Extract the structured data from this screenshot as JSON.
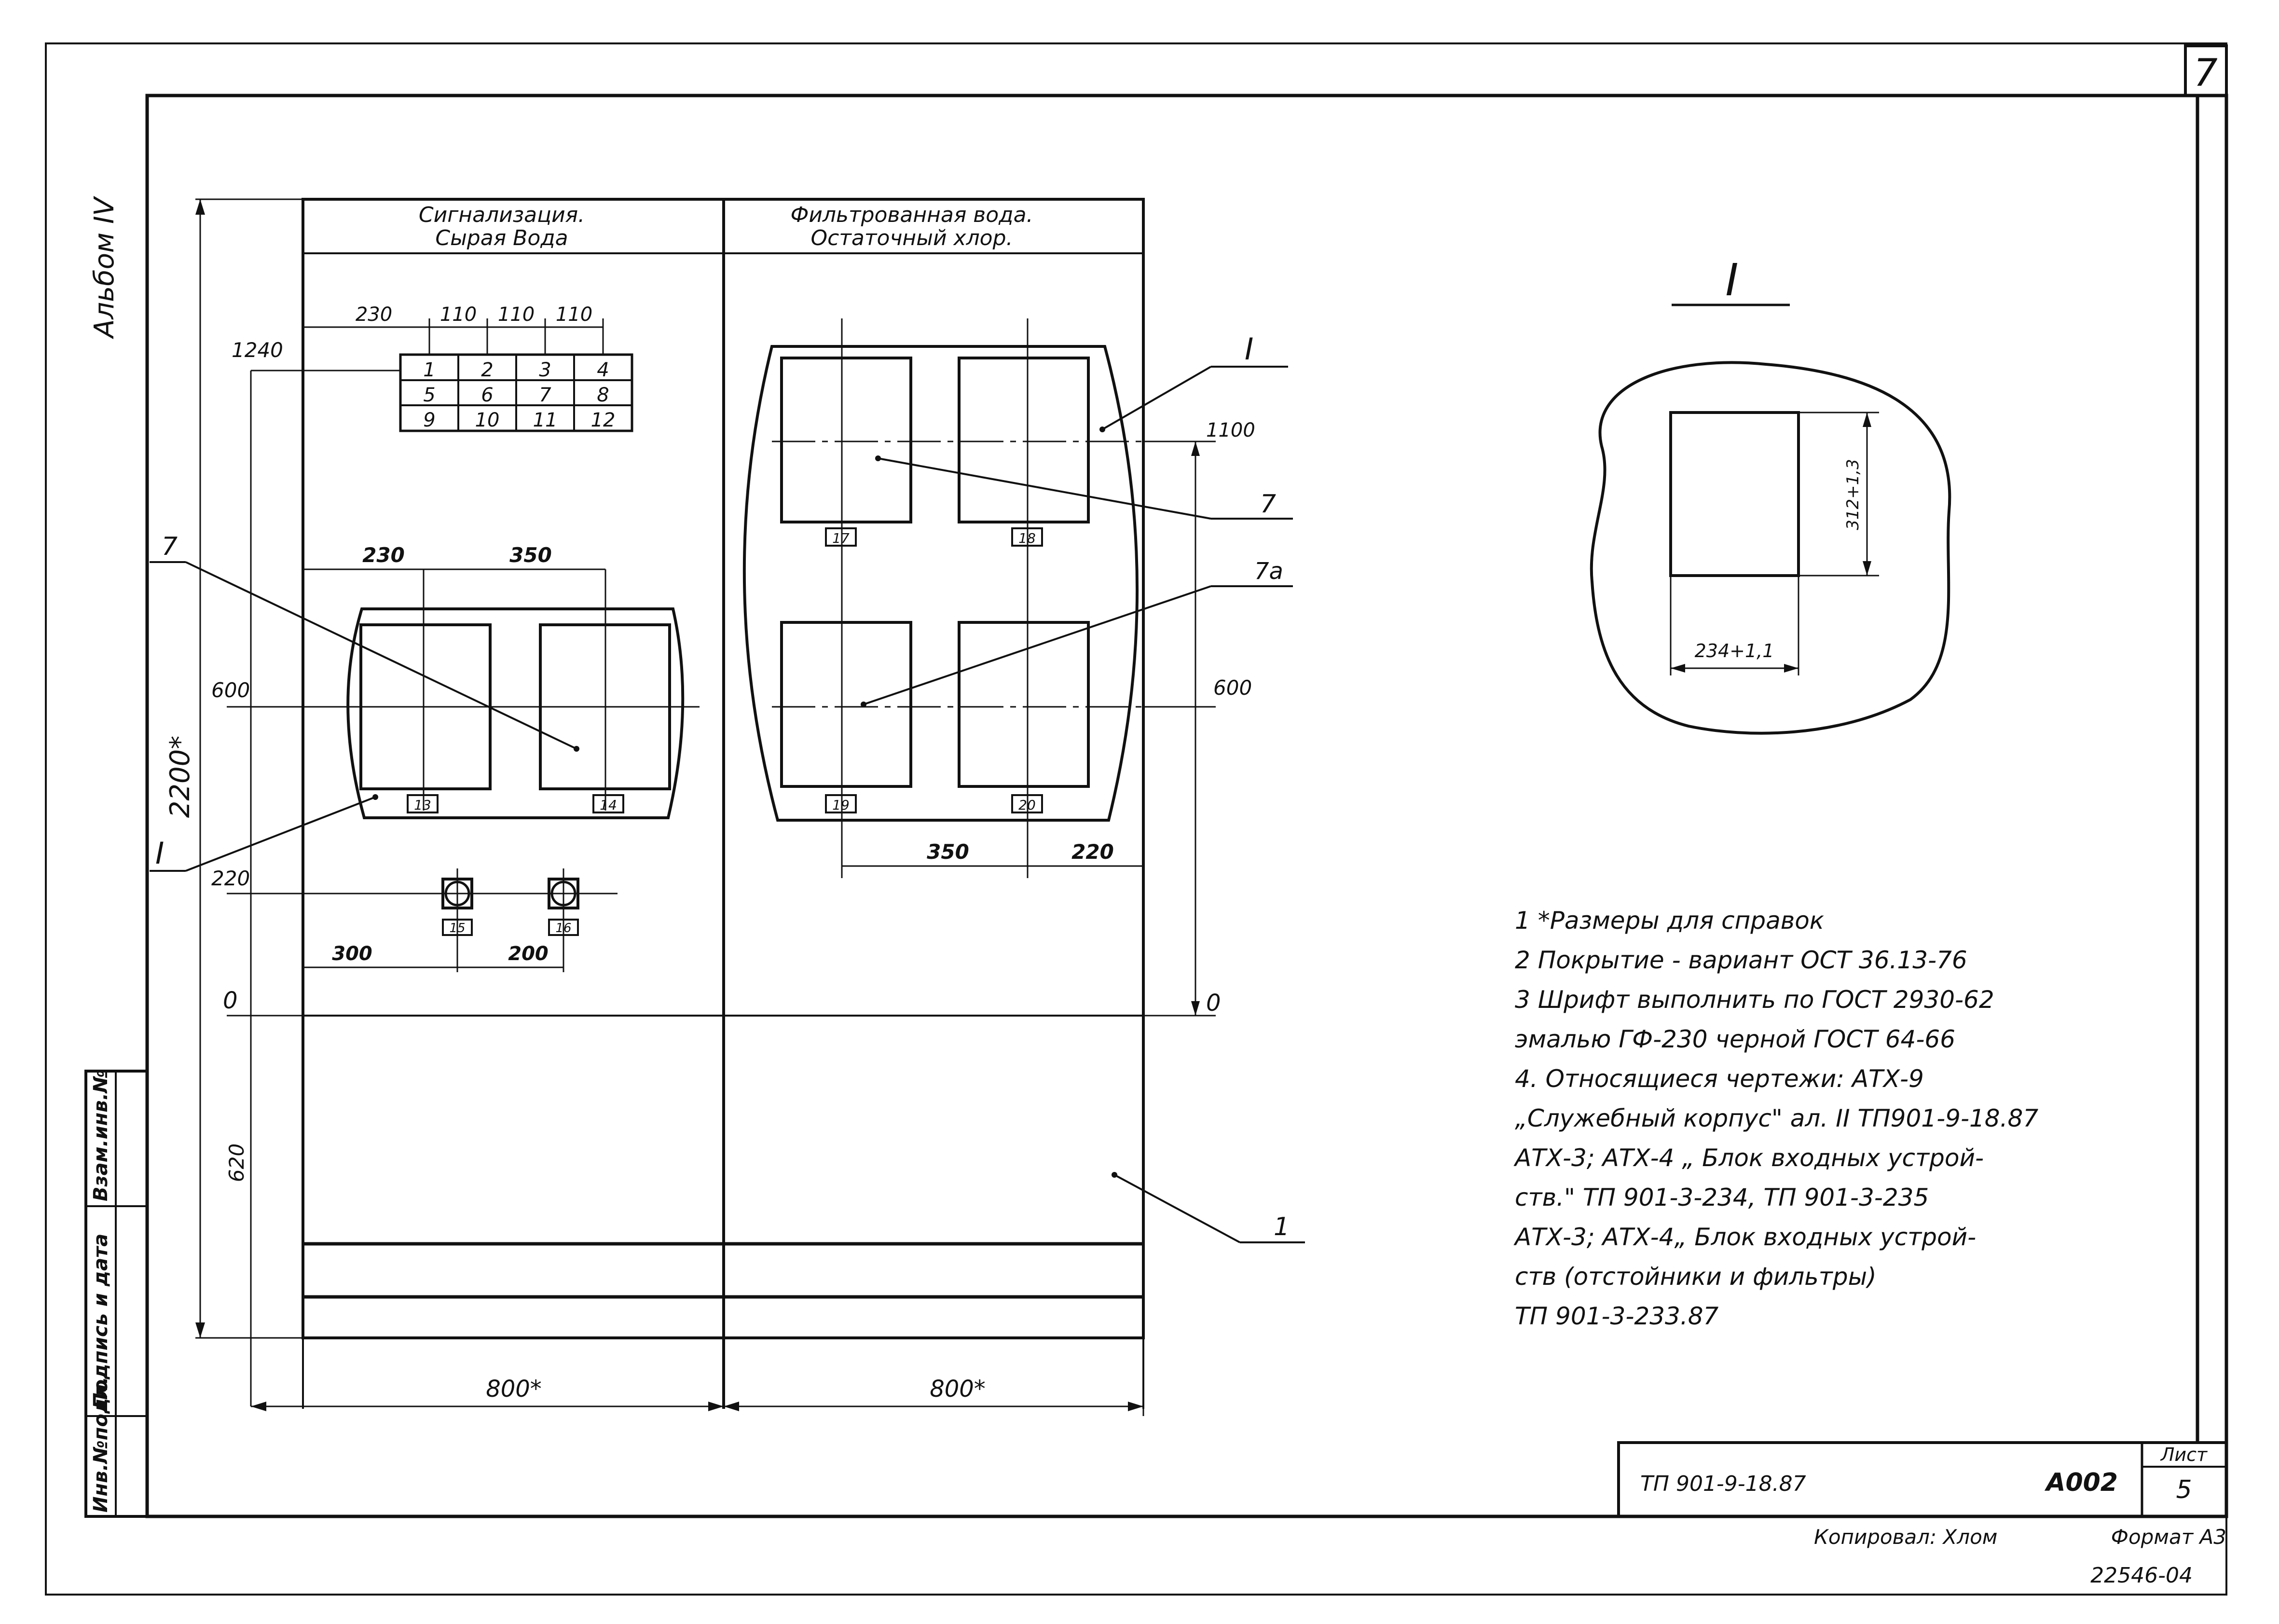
{
  "sheet_corner_number": "7",
  "album_label": "Альбом IV",
  "panel": {
    "left_header_line1": "Сигнализация.",
    "left_header_line2": "Сырая Вода",
    "right_header_line1": "Фильтрованная вода.",
    "right_header_line2": "Остаточный хлор."
  },
  "grid_cells": [
    "1",
    "2",
    "3",
    "4",
    "5",
    "6",
    "7",
    "8",
    "9",
    "10",
    "11",
    "12"
  ],
  "dims": {
    "top_230": "230",
    "top_110a": "110",
    "top_110b": "110",
    "top_110c": "110",
    "mid_230": "230",
    "mid_350": "350",
    "h_1240": "1240",
    "h_600_left": "600",
    "h_220": "220",
    "h_0_left": "0",
    "h_620": "620",
    "total_2200": "2200*",
    "bot_300": "300",
    "bot_200": "200",
    "h_1100": "1100",
    "h_600_right": "600",
    "h_0_right": "0",
    "right_350": "350",
    "right_220": "220",
    "width_left": "800*",
    "width_right": "800*"
  },
  "device_tags": [
    "13",
    "14",
    "17",
    "18",
    "19",
    "20",
    "15",
    "16"
  ],
  "leaders": {
    "left_7": "7",
    "left_I": "I",
    "right_I": "I",
    "right_7": "7",
    "right_7a": "7а",
    "right_1": "1"
  },
  "detail": {
    "title": "I",
    "height_dim": "312+1,3",
    "width_dim": "234+1,1"
  },
  "notes": [
    "1  *Размеры для справок",
    "2  Покрытие - вариант ОСТ 36.13-76",
    "3  Шрифт выполнить по ГОСТ 2930-62",
    "    эмалью ГФ-230 черной ГОСТ 64-66",
    "4.  Относящиеся чертежи:  АТХ-9",
    "    „Служебный корпус\" ал. II  ТП901-9-18.87",
    "    АТХ-3;  АТХ-4 „ Блок входных устрой-",
    "    ств.\"     ТП 901-3-234, ТП 901-3-235",
    "    АТХ-3;  АТХ-4„ Блок входных устрой-",
    "    ств (отстойники и фильтры)",
    "    ТП  901-3-233.87"
  ],
  "side_stamp": [
    "Инв.№подл.",
    "Подпись и дата",
    "Взам.инв.№"
  ],
  "title_block": {
    "code": "ТП 901-9-18.87",
    "doc": "А002",
    "sheet_label": "Лист",
    "sheet_no": "5"
  },
  "footer": {
    "copied": "Копировал:  Хлом",
    "format": "Формат А3",
    "number": "22546-04"
  }
}
